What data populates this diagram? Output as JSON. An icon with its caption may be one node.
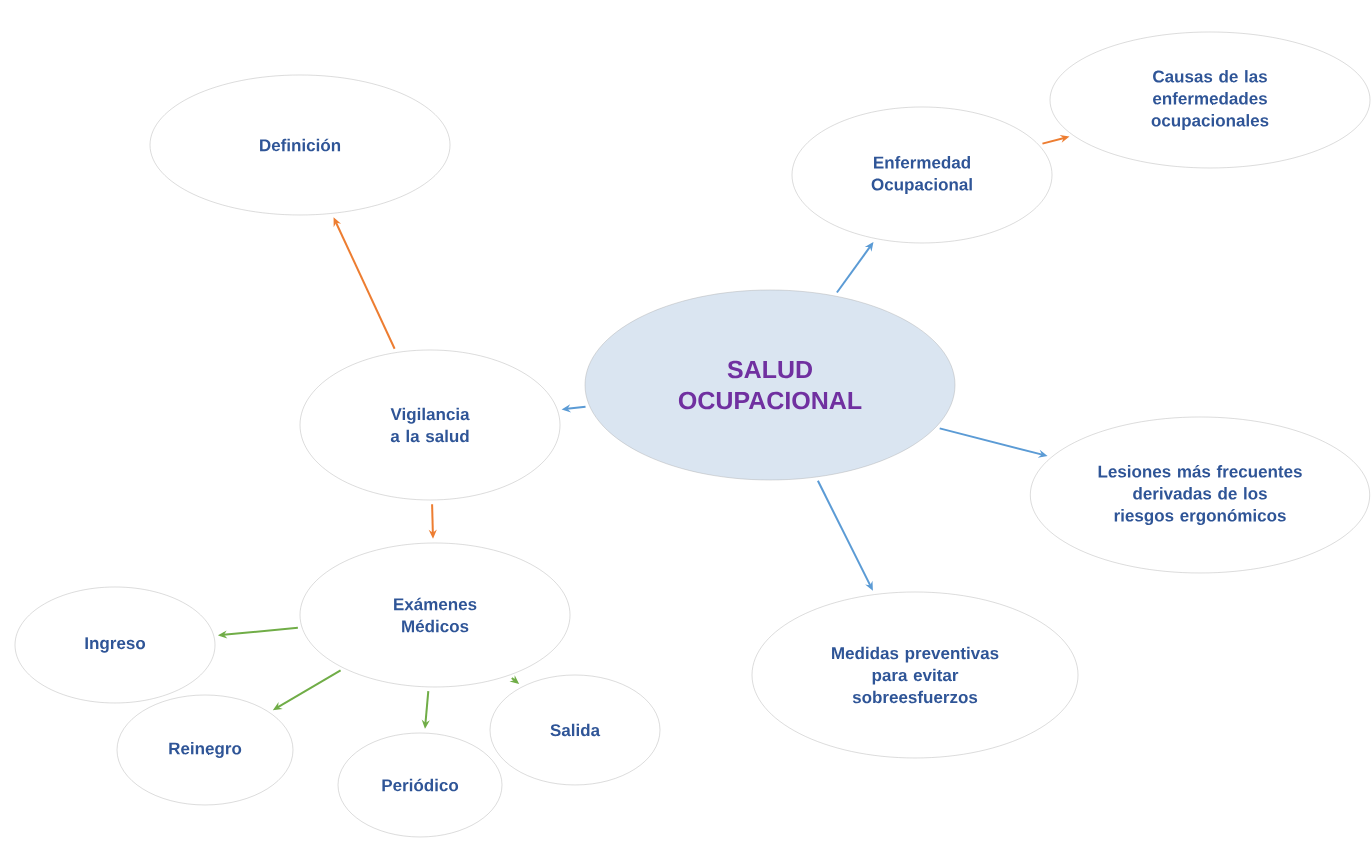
{
  "diagram": {
    "nodes": [
      {
        "text": [
          "SALUD OCUPACIONAL"
        ]
      },
      {
        "text": [
          "Enfermedad Ocupacional"
        ]
      },
      {
        "text": [
          "Causas de las enfermedades ocupacionales"
        ]
      },
      {
        "text": [
          "Vigilancia a la salud"
        ]
      },
      {
        "text": [
          "Definición"
        ]
      },
      {
        "text": [
          "Lesiones más frecuentes derivadas de los riesgos ergonómicos"
        ]
      },
      {
        "text": [
          "Medidas preventivas para evitar sobreesfuerzos"
        ]
      },
      {
        "text": [
          "Exámenes Médicos"
        ]
      },
      {
        "text": [
          "Ingreso"
        ]
      },
      {
        "text": [
          "Reinegro"
        ]
      },
      {
        "text": [
          "Periódico"
        ]
      },
      {
        "text": [
          "Salida"
        ]
      }
    ],
    "edges": [
      {
        "from": 0,
        "to": 1,
        "arrow": "to",
        "color": "#5b9bd5"
      },
      {
        "from": 1,
        "to": 2,
        "arrow": "to",
        "color": "#ed7d31"
      },
      {
        "from": 0,
        "to": 3,
        "arrow": "to",
        "color": "#5b9bd5"
      },
      {
        "from": 3,
        "to": 4,
        "arrow": "to",
        "color": "#ed7d31"
      },
      {
        "from": 0,
        "to": 5,
        "arrow": "to",
        "color": "#5b9bd5"
      },
      {
        "from": 0,
        "to": 6,
        "arrow": "to",
        "color": "#5b9bd5"
      },
      {
        "from": 3,
        "to": 7,
        "arrow": "to",
        "color": "#ed7d31"
      },
      {
        "from": 7,
        "to": 8,
        "arrow": "to",
        "color": "#70ad47"
      },
      {
        "from": 7,
        "to": 9,
        "arrow": "to",
        "color": "#70ad47"
      },
      {
        "from": 7,
        "to": 10,
        "arrow": "to",
        "color": "#70ad47"
      },
      {
        "from": 7,
        "to": 11,
        "arrow": "to",
        "color": "#70ad47"
      }
    ]
  }
}
